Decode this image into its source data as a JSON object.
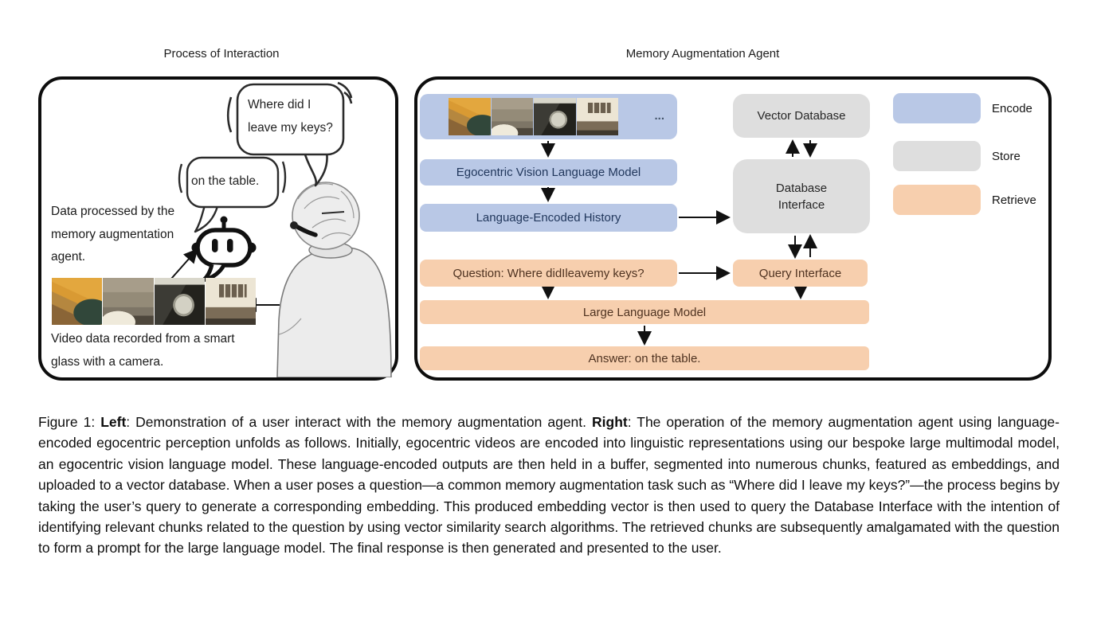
{
  "figure": {
    "left_title": "Process of Interaction",
    "right_title": "Memory Augmentation Agent"
  },
  "left_panel": {
    "user_bubble_lines": [
      "Where did I",
      "leave my keys?"
    ],
    "agent_bubble": "on the table.",
    "data_note_lines": [
      "Data processed by the",
      "memory augmentation",
      "agent."
    ],
    "video_caption_lines": [
      "Video data recorded from a smart",
      "glass with a camera."
    ],
    "icons": {
      "robot": "chatbot-speech-bubble-icon",
      "person": "user-with-smart-glasses-sketch",
      "frames": "egocentric-video-frames"
    }
  },
  "right_panel": {
    "frames_ellipsis": "...",
    "boxes": {
      "evlm": "Egocentric Vision Language Model",
      "leh": "Language-Encoded History",
      "question": "Question: Where didIleavemy keys?",
      "llm": "Large Language Model",
      "answer": "Answer: on the table.",
      "vector_db": "Vector Database",
      "db_interface_lines": [
        "Database",
        "Interface"
      ],
      "query_interface": "Query Interface"
    },
    "legend": [
      {
        "label": "Encode",
        "color": "#b9c8e6"
      },
      {
        "label": "Store",
        "color": "#dedede"
      },
      {
        "label": "Retrieve",
        "color": "#f7cfae"
      }
    ]
  },
  "colors": {
    "encode_blue": "#b9c8e6",
    "store_gray": "#dedede",
    "retrieve_orange": "#f7cfae",
    "panel_border": "#0d0d0d"
  },
  "caption": {
    "prefix": "Figure 1: ",
    "left_bold": "Left",
    "left_text": ": Demonstration of a user interact with the memory augmentation agent. ",
    "right_bold": "Right",
    "right_text": ": The operation of the memory augmentation agent using language-encoded egocentric perception unfolds as follows. Initially, egocentric videos are encoded into linguistic representations using our bespoke large multimodal model, an egocentric vision language model. These language-encoded outputs are then held in a buffer, segmented into numerous chunks, featured as embeddings, and uploaded to a vector database. When a user poses a question—a common memory augmentation task such as “Where did I leave my keys?”—the process begins by taking the user’s query to generate a corresponding embedding. This produced embedding vector is then used to query the Database Interface with the intention of identifying relevant chunks related to the question by using vector similarity search algorithms. The retrieved chunks are subsequently amalgamated with the question to form a prompt for the large language model. The final response is then generated and presented to the user."
  }
}
